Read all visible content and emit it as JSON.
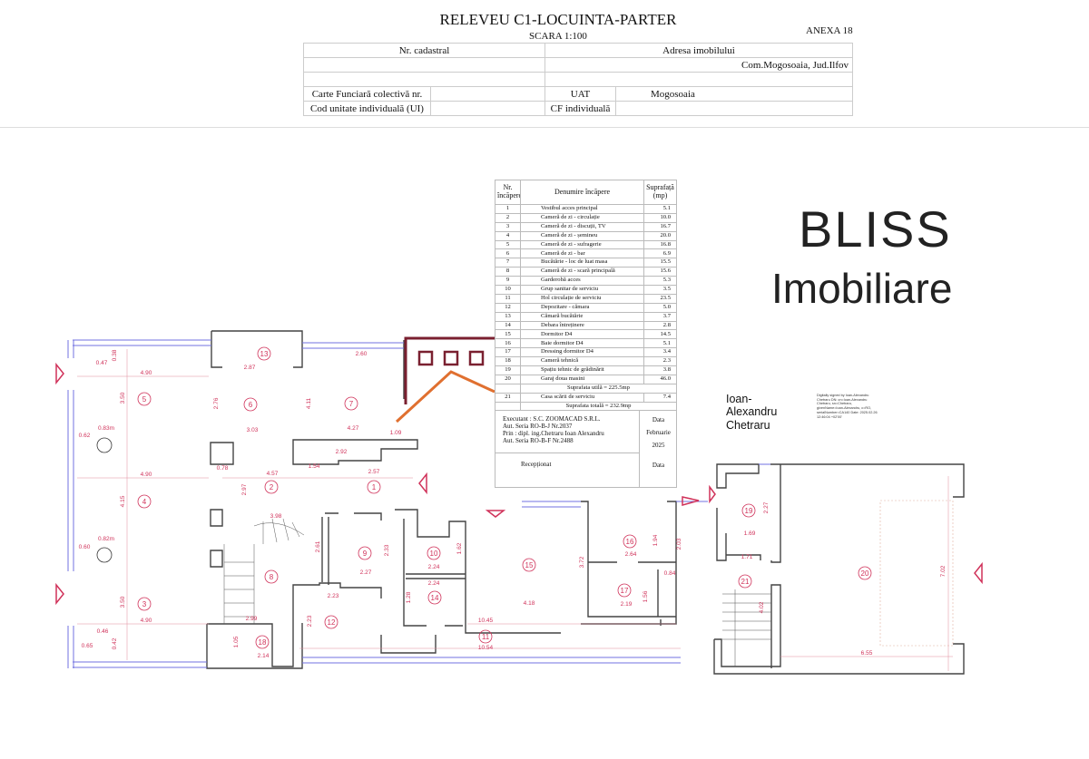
{
  "header": {
    "title": "RELEVEU C1-LOCUINTA-PARTER",
    "scale": "SCARA 1:100",
    "annex": "ANEXA 18",
    "nr_cadastral": "Nr. cadastral",
    "adresa": "Adresa imobilului",
    "adresa_val": "Com.Mogosoaia, Jud.Ilfov",
    "carte_funciara": "Carte Funciară colectivă nr.",
    "uat": "UAT",
    "uat_val": "Mogosoaia",
    "cod_ui": "Cod unitate individuală (UI)",
    "cf_ind": "CF individuală"
  },
  "room_table": {
    "h_nr": "Nr. încăpere",
    "h_name": "Denumire încăpere",
    "h_area": "Suprafață (mp)",
    "rows": [
      {
        "nr": "1",
        "name": "Vestibul acces principal",
        "area": "5.1"
      },
      {
        "nr": "2",
        "name": "Cameră de zi - circulație",
        "area": "10.0"
      },
      {
        "nr": "3",
        "name": "Cameră de zi - discuții, TV",
        "area": "16.7"
      },
      {
        "nr": "4",
        "name": "Cameră de zi - șemineu",
        "area": "20.0"
      },
      {
        "nr": "5",
        "name": "Cameră de zi - sufragerie",
        "area": "16.8"
      },
      {
        "nr": "6",
        "name": "Cameră de zi - bar",
        "area": "6.9"
      },
      {
        "nr": "7",
        "name": "Bucătărie - loc de luat masa",
        "area": "15.5"
      },
      {
        "nr": "8",
        "name": "Cameră de zi - scară principală",
        "area": "15.6"
      },
      {
        "nr": "9",
        "name": "Garderobă acces",
        "area": "5.3"
      },
      {
        "nr": "10",
        "name": "Grup sanitar de serviciu",
        "area": "3.5"
      },
      {
        "nr": "11",
        "name": "Hol circulație de serviciu",
        "area": "23.5"
      },
      {
        "nr": "12",
        "name": "Depozitare - cămara",
        "area": "5.0"
      },
      {
        "nr": "13",
        "name": "Cămară bucătărie",
        "area": "3.7"
      },
      {
        "nr": "14",
        "name": "Debara întreținere",
        "area": "2.8"
      },
      {
        "nr": "15",
        "name": "Dormitor D4",
        "area": "14.5"
      },
      {
        "nr": "16",
        "name": "Baie dormitor D4",
        "area": "5.1"
      },
      {
        "nr": "17",
        "name": "Dressing dormitor D4",
        "area": "3.4"
      },
      {
        "nr": "18",
        "name": "Cameră tehnică",
        "area": "2.3"
      },
      {
        "nr": "19",
        "name": "Spațiu tehnic de grădinărit",
        "area": "3.8"
      },
      {
        "nr": "20",
        "name": "Garaj doua masini",
        "area": "46.0"
      }
    ],
    "useful_total": "Suprafata utilă = 225.5mp",
    "row21": {
      "nr": "21",
      "name": "Casa scării de serviciu",
      "area": "7.4"
    },
    "grand_total": "Suprafata totală = 232.9mp"
  },
  "executant": {
    "l1": "Executant : S.C. ZOOMACAD S.R.L.",
    "l2": "Aut. Seria RO-B-J Nr.2037",
    "l3": "Prin : dipl. ing.Chetraru Ioan Alexandru",
    "l4": "Aut. Seria RO-B-F Nr.2488",
    "data_label": "Data",
    "month": "Februarie",
    "year": "2025",
    "receptionat": "Recepționat",
    "data2": "Data"
  },
  "signature": {
    "name1": "Ioan-",
    "name2": "Alexandru",
    "name3": "Chetraru",
    "digital": "Digitally signed by Ioan-Alexandru Chetraru DN: cn=Ioan-Alexandru Chetraru, sn=Chetraru, givenName=Ioan-Alexandru, c=RO, serialNumber=CA140 Date: 2025.02.26 12:46:04 +02'00'"
  },
  "watermark": {
    "brand": "BLISS",
    "sub": "Imobiliare"
  },
  "rooms": [
    "1",
    "2",
    "3",
    "4",
    "5",
    "6",
    "7",
    "8",
    "9",
    "10",
    "11",
    "12",
    "13",
    "14",
    "15",
    "16",
    "17",
    "18",
    "19",
    "20",
    "21"
  ],
  "dims": [
    "4.90",
    "4.90",
    "4.90",
    "3.50",
    "4.15",
    "3.50",
    "0.47",
    "0.38",
    "0.83m",
    "0.62",
    "0.82m",
    "0.60",
    "0.46",
    "0.65",
    "0.42",
    "2.87",
    "2.76",
    "3.03",
    "4.11",
    "4.27",
    "2.60",
    "0.78",
    "4.57",
    "2.57",
    "2.97",
    "3.98",
    "2.61",
    "2.27",
    "2.33",
    "2.23",
    "2.23",
    "2.14",
    "2.99",
    "1.05",
    "1.54",
    "2.92",
    "1.09",
    "2.24",
    "2.24",
    "1.28",
    "1.62",
    "4.18",
    "10.45",
    "10.54",
    "3.72",
    "2.64",
    "1.94",
    "2.19",
    "1.56",
    "2.03",
    "1.69",
    "2.27",
    "1.71",
    "4.02",
    "6.55",
    "7.02",
    "0.84"
  ],
  "colors": {
    "dim": "#d0325a",
    "wall": "#444444",
    "window": "#7070e0",
    "logo_box": "#7a2030",
    "logo_roof": "#e07030"
  }
}
